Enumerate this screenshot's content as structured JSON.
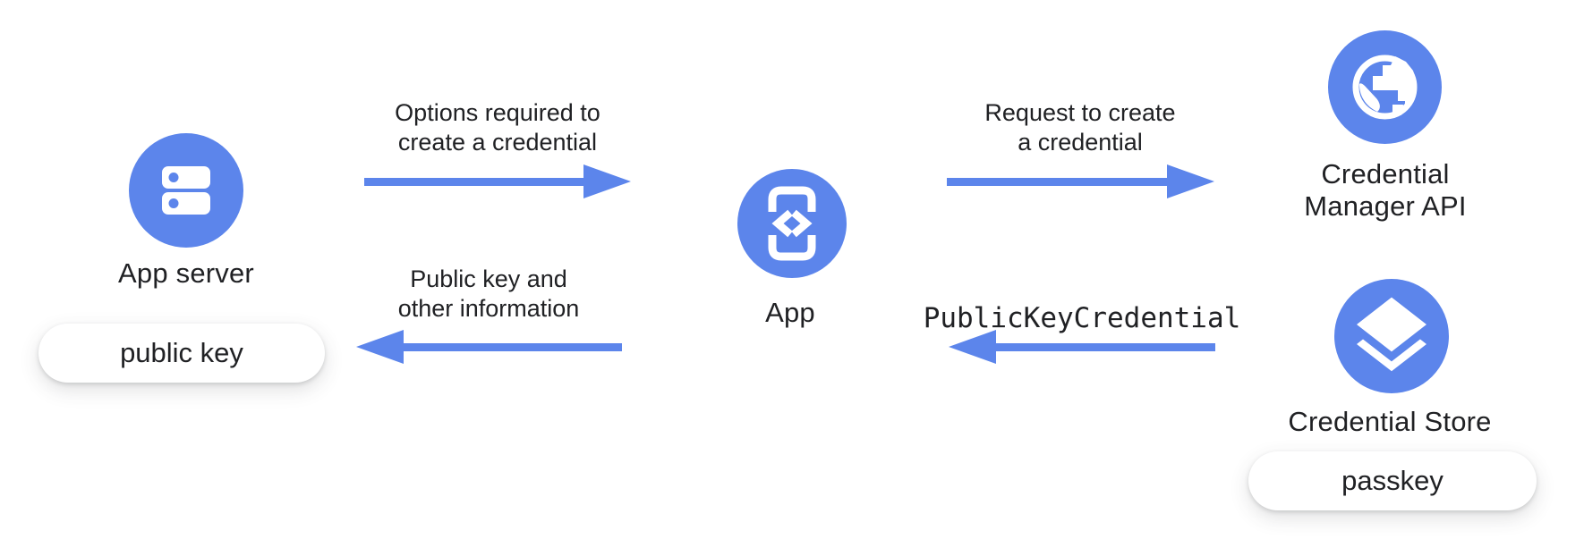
{
  "diagram": {
    "colors": {
      "accent_blue": "#5C85EB",
      "text": "#202124",
      "background": "#ffffff",
      "pill_background": "#ffffff"
    },
    "nodes": {
      "app_server": {
        "label": "App server",
        "icon": "server-icon",
        "badge": "public key"
      },
      "app": {
        "label": "App",
        "icon": "phone-code-icon"
      },
      "credential_manager_api": {
        "label_line1": "Credential",
        "label_line2": "Manager API",
        "icon": "globe-icon"
      },
      "credential_store": {
        "label": "Credential Store",
        "icon": "layers-icon",
        "badge": "passkey"
      }
    },
    "arrows": {
      "options_to_create": {
        "label_line1": "Options required to",
        "label_line2": "create a credential",
        "direction": "right",
        "from": "App server",
        "to": "App"
      },
      "request_to_create": {
        "label_line1": "Request to create",
        "label_line2": "a credential",
        "direction": "right",
        "from": "App",
        "to": "Credential Manager API"
      },
      "public_key_credential": {
        "label": "PublicKeyCredential",
        "direction": "left",
        "label_style": "monospace",
        "from": "Credential Store",
        "to": "App"
      },
      "public_key_and_info": {
        "label_line1": "Public key and",
        "label_line2": "other information",
        "direction": "left",
        "from": "App",
        "to": "App server"
      }
    }
  }
}
